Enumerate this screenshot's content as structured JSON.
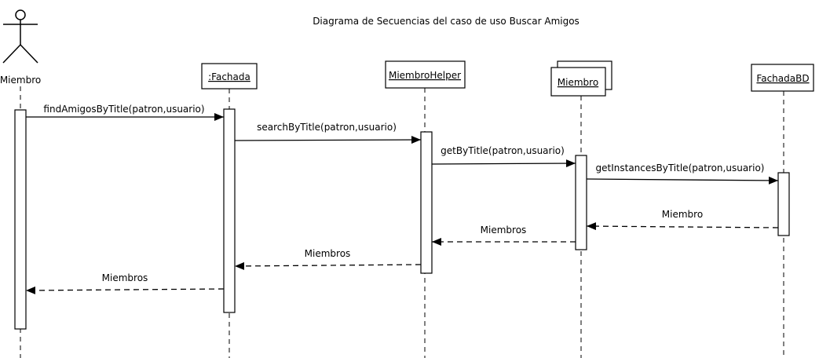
{
  "title": "Diagrama de Secuencias del caso de uso Buscar Amigos",
  "actor": {
    "name": "Miembro",
    "icon": "stick-figure-actor-icon"
  },
  "participants": [
    {
      "id": "fachada",
      "label": ":Fachada",
      "multi": false
    },
    {
      "id": "helper",
      "label": "MiembroHelper",
      "multi": false
    },
    {
      "id": "miembro",
      "label": "Miembro",
      "multi": true
    },
    {
      "id": "fachadabd",
      "label": "FachadaBD",
      "multi": false
    }
  ],
  "messages": [
    {
      "from": "actor",
      "to": "fachada",
      "label": "findAmigosByTitle(patron,usuario)",
      "kind": "call"
    },
    {
      "from": "fachada",
      "to": "helper",
      "label": "searchByTitle(patron,usuario)",
      "kind": "call"
    },
    {
      "from": "helper",
      "to": "miembro",
      "label": "getByTitle(patron,usuario)",
      "kind": "call"
    },
    {
      "from": "miembro",
      "to": "fachadabd",
      "label": "getInstancesByTitle(patron,usuario)",
      "kind": "call"
    },
    {
      "from": "fachadabd",
      "to": "miembro",
      "label": "Miembro",
      "kind": "return"
    },
    {
      "from": "miembro",
      "to": "helper",
      "label": "Miembros",
      "kind": "return"
    },
    {
      "from": "helper",
      "to": "fachada",
      "label": "Miembros",
      "kind": "return"
    },
    {
      "from": "fachada",
      "to": "actor",
      "label": "Miembros",
      "kind": "return"
    }
  ]
}
